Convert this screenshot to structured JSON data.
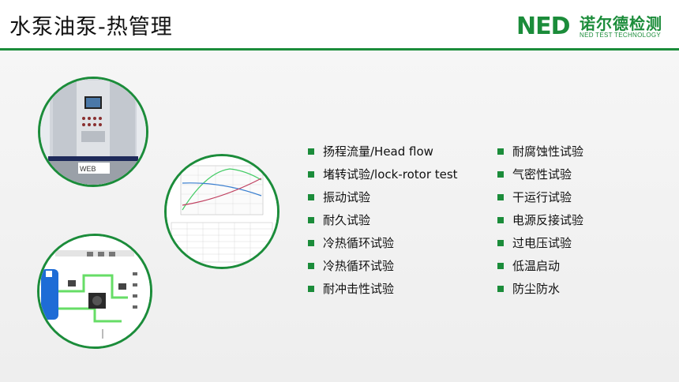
{
  "slide": {
    "title": "水泵油泵-热管理"
  },
  "logo": {
    "mark": "NED",
    "name_cn": "诺尔德检测",
    "name_en": "NED TEST TECHNOLOGY",
    "color": "#1b8c3a"
  },
  "images": {
    "machine_label": "WEB"
  },
  "features": {
    "left": [
      "扬程流量/Head flow",
      "堵转试验/lock-rotor test",
      "振动试验",
      "耐久试验",
      "冷热循环试验",
      "冷热循环试验",
      "耐冲击性试验"
    ],
    "right": [
      "耐腐蚀性试验",
      "气密性试验",
      "干运行试验",
      "电源反接试验",
      "过电压试验",
      "低温启动",
      "防尘防水"
    ]
  },
  "colors": {
    "accent": "#1b8c3a",
    "text": "#111111"
  }
}
